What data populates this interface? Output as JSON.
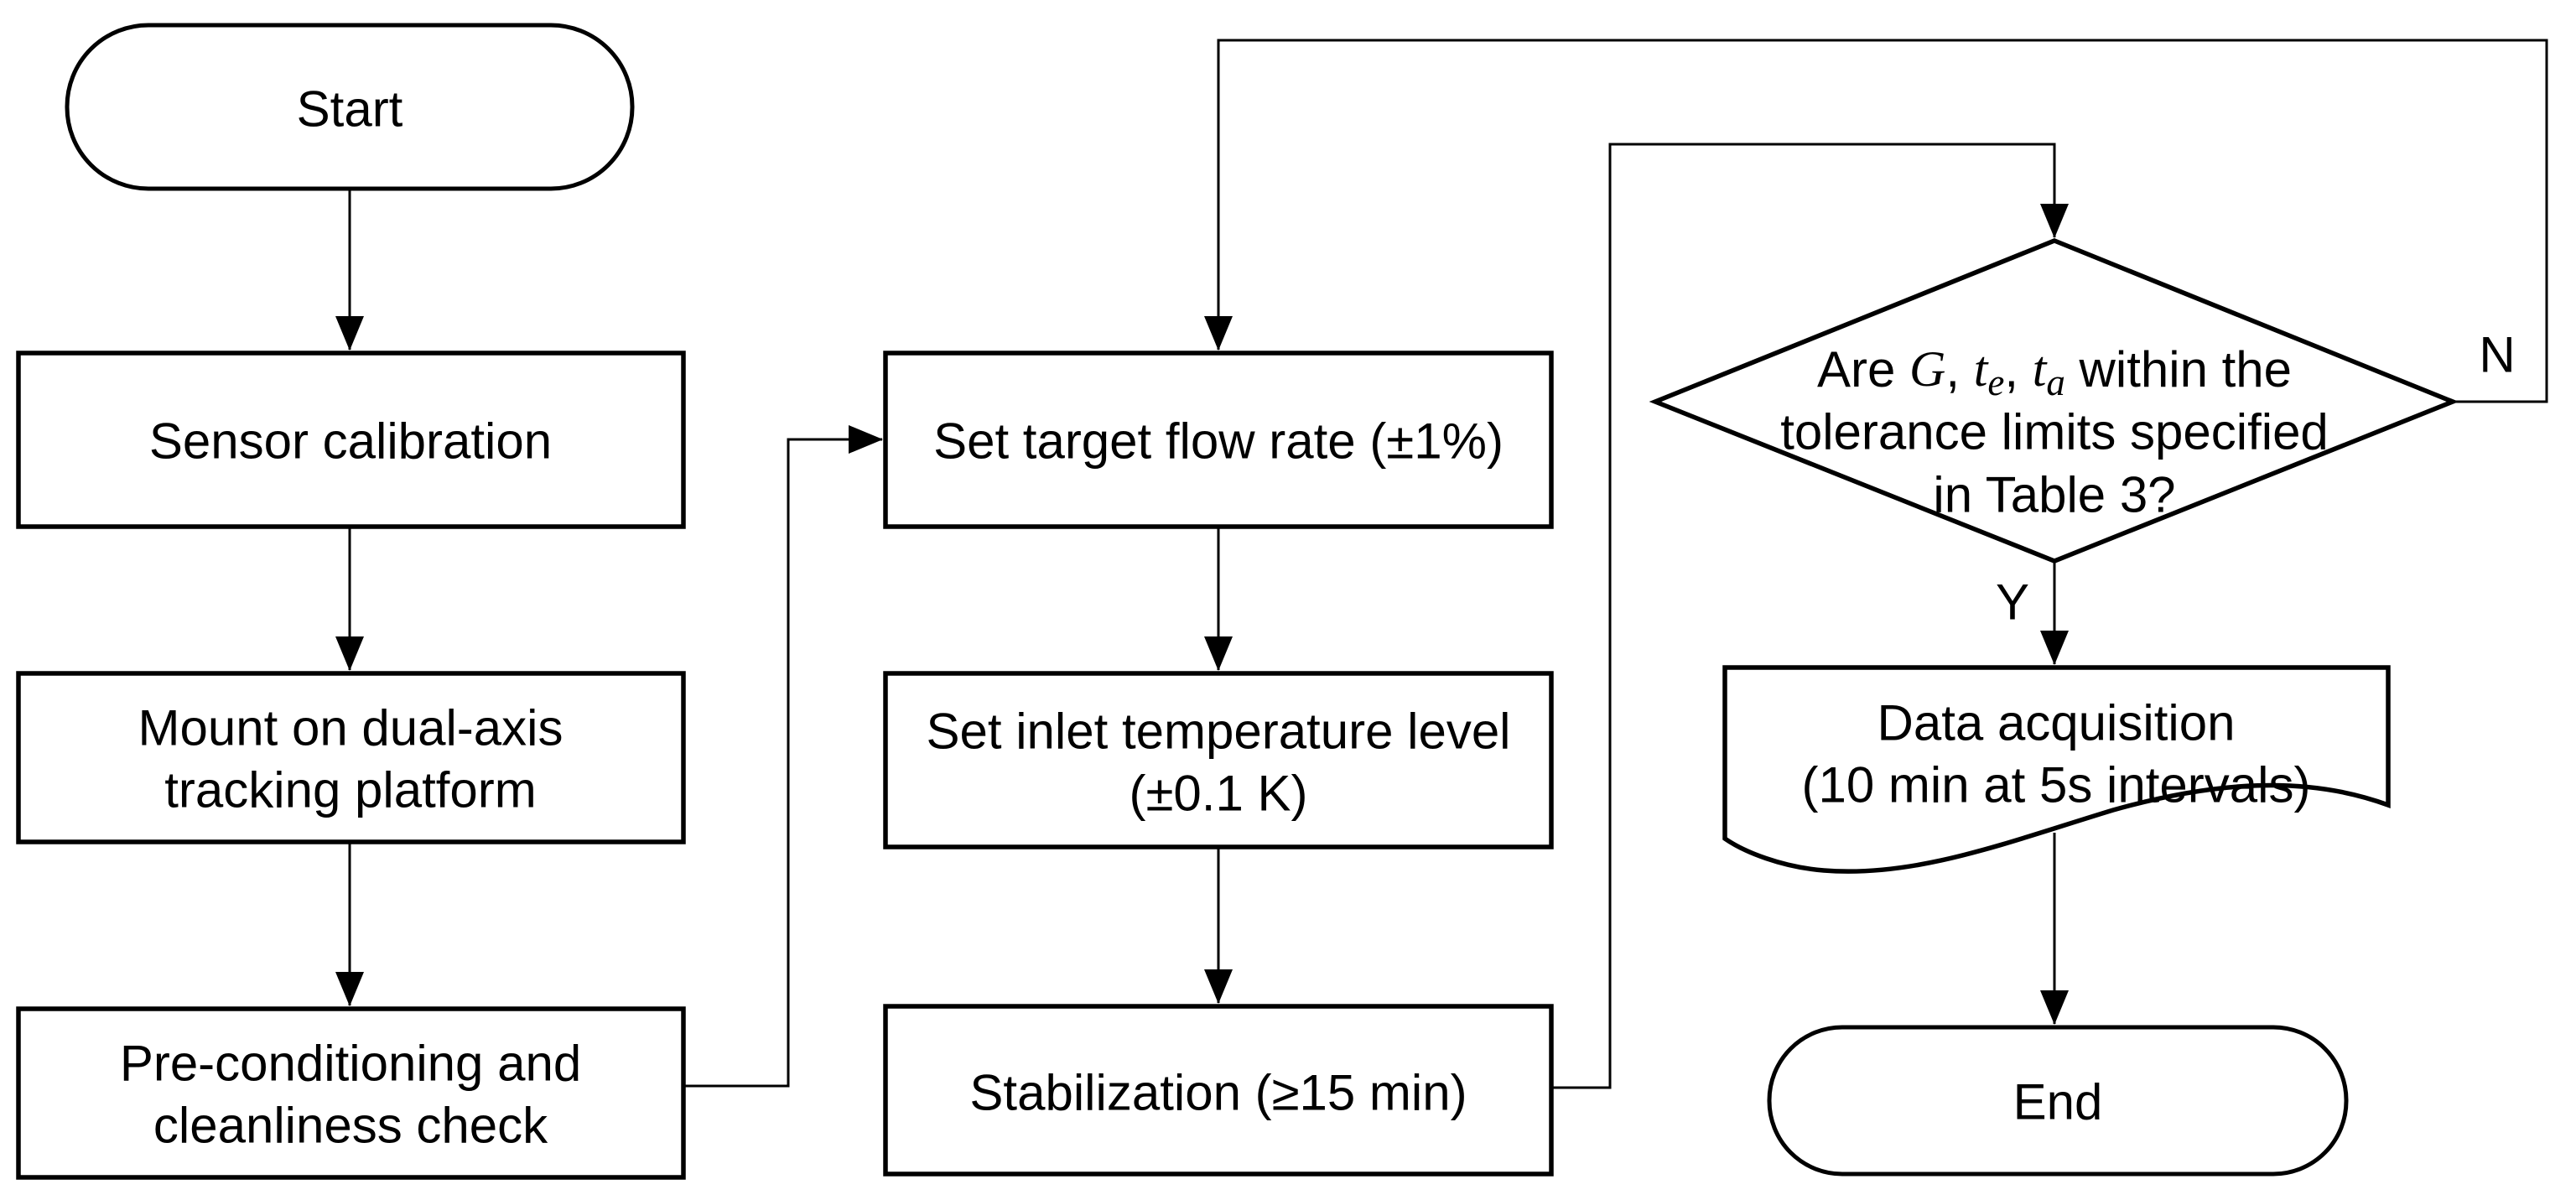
{
  "flowchart": {
    "colors": {
      "background": "#ffffff",
      "stroke": "#000000",
      "text": "#000000"
    },
    "nodes": {
      "start": {
        "type": "terminator",
        "label": "Start"
      },
      "sensor_calibration": {
        "type": "process",
        "label": "Sensor calibration"
      },
      "mount_platform": {
        "type": "process",
        "lines": [
          "Mount on dual-axis",
          "tracking platform"
        ]
      },
      "preconditioning": {
        "type": "process",
        "lines": [
          "Pre-conditioning and",
          "cleanliness check"
        ]
      },
      "set_flow_rate": {
        "type": "process",
        "label": "Set target flow rate (±1%)"
      },
      "set_inlet_temp": {
        "type": "process",
        "lines": [
          "Set inlet temperature level",
          "(±0.1 K)"
        ]
      },
      "stabilization": {
        "type": "process",
        "label": "Stabilization (≥15 min)"
      },
      "decision": {
        "type": "decision",
        "line1": {
          "pre": "Are ",
          "var_g": "G",
          "comma1": ", ",
          "var_t1": "t",
          "sub1": "e",
          "comma2": ", ",
          "var_t2": "t",
          "sub2": "a",
          "post": " within the"
        },
        "line2": "tolerance limits specified",
        "line3": "in Table 3?"
      },
      "data_acquisition": {
        "type": "document",
        "lines": [
          "Data acquisition",
          "(10 min at 5s intervals)"
        ]
      },
      "end": {
        "type": "terminator",
        "label": "End"
      }
    },
    "edge_labels": {
      "no": "N",
      "yes": "Y"
    }
  }
}
